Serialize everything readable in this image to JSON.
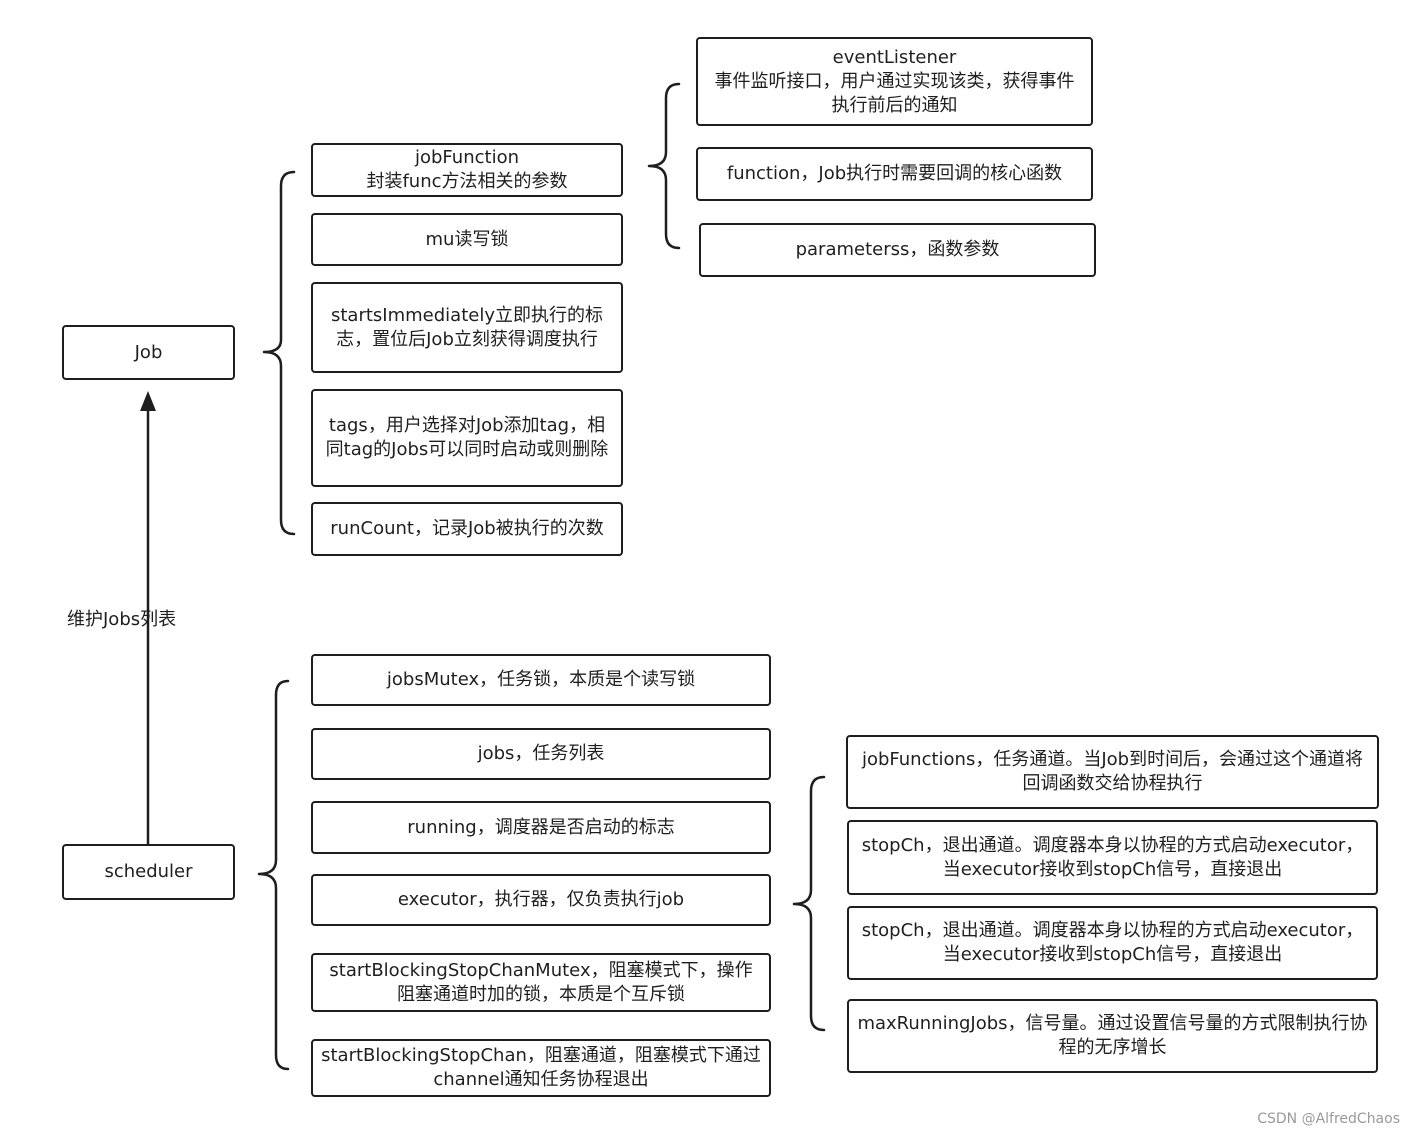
{
  "job": {
    "title": "Job",
    "fields": [
      "jobFunction\n封装func方法相关的参数",
      "mu读写锁",
      "startsImmediately立即执行的标志，置位后Job立刻获得调度执行",
      "tags，用户选择对Job添加tag，相同tag的Jobs可以同时启动或则删除",
      "runCount，记录Job被执行的次数"
    ],
    "job_function_fields": [
      "eventListener\n事件监听接口，用户通过实现该类，获得事件执行前后的通知",
      "function，Job执行时需要回调的核心函数",
      "parameterss，函数参数"
    ]
  },
  "scheduler": {
    "title": "scheduler",
    "fields": [
      "jobsMutex，任务锁，本质是个读写锁",
      "jobs，任务列表",
      "running，调度器是否启动的标志",
      "executor，执行器，仅负责执行job",
      "startBlockingStopChanMutex，阻塞模式下，操作阻塞通道时加的锁，本质是个互斥锁",
      "startBlockingStopChan，阻塞通道，阻塞模式下通过channel通知任务协程退出"
    ],
    "executor_fields": [
      "jobFunctions，任务通道。当Job到时间后，会通过这个通道将回调函数交给协程执行",
      "stopCh，退出通道。调度器本身以协程的方式启动executor，当executor接收到stopCh信号，直接退出",
      "stopCh，退出通道。调度器本身以协程的方式启动executor，当executor接收到stopCh信号，直接退出",
      "maxRunningJobs，信号量。通过设置信号量的方式限制执行协程的无序增长"
    ]
  },
  "arrow_label": "维护Jobs列表",
  "watermark": "CSDN @AlfredChaos"
}
